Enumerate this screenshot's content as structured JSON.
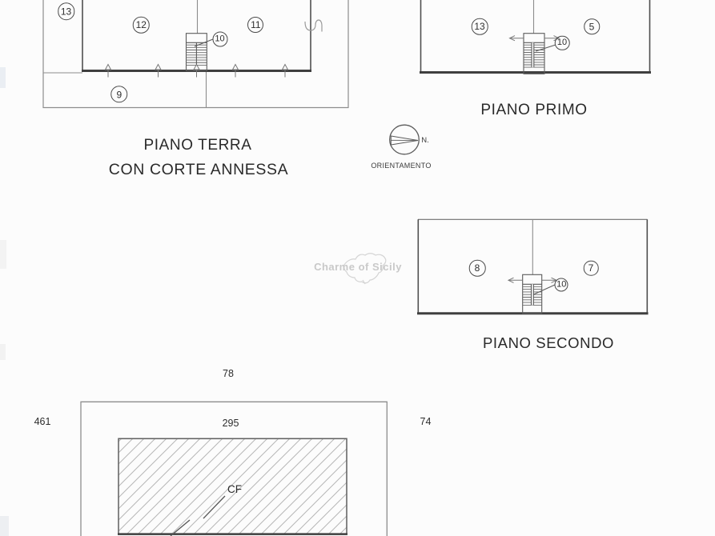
{
  "watermark": {
    "text": "Charme of Sicily"
  },
  "compass": {
    "north": "N.",
    "caption": "ORIENTAMENTO"
  },
  "piano_terra": {
    "title_line1": "PIANO TERRA",
    "title_line2": "CON CORTE ANNESSA",
    "labels": {
      "room13": "13",
      "room12": "12",
      "room11": "11",
      "stairs10": "10",
      "court9": "9"
    }
  },
  "piano_primo": {
    "title": "PIANO PRIMO",
    "labels": {
      "room13": "13",
      "room5": "5",
      "stairs10": "10"
    }
  },
  "piano_secondo": {
    "title": "PIANO SECONDO",
    "labels": {
      "room8": "8",
      "room7": "7",
      "stairs10": "10"
    }
  },
  "site_plan": {
    "dim_top": "78",
    "dim_left": "461",
    "dim_inner": "295",
    "dim_right": "74",
    "area_label": "CF"
  },
  "colors": {
    "wall_dark": "#3f3f3f",
    "wall_mid": "#4f4f4f",
    "line_light": "#8d8d8d",
    "hatch": "#b6b6b6",
    "watermark": "#c9c9c9"
  }
}
